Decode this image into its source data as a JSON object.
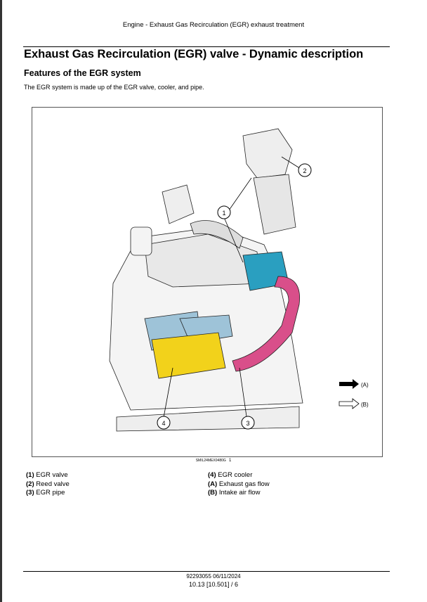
{
  "header": "Engine - Exhaust Gas Recirculation (EGR) exhaust treatment",
  "title": "Exhaust Gas Recirculation (EGR) valve - Dynamic description",
  "subtitle": "Features of the EGR system",
  "paragraph": "The EGR system is made up of the EGR valve, cooler, and pipe.",
  "figure": {
    "code": "SMIL24MEX0480G",
    "number": "1",
    "callouts": [
      "1",
      "2",
      "3",
      "4"
    ],
    "arrow_legend": {
      "a": "(A)",
      "b": "(B)"
    },
    "colors": {
      "egr_valve": "#2a9fc0",
      "egr_pipe": "#d94f8a",
      "egr_cooler": "#f2d21b",
      "intake": "#9ec3d8"
    }
  },
  "legend": [
    {
      "key": "(1)",
      "label": "EGR valve"
    },
    {
      "key": "(2)",
      "label": "Reed valve"
    },
    {
      "key": "(3)",
      "label": "EGR pipe"
    },
    {
      "key": "(4)",
      "label": "EGR cooler"
    },
    {
      "key": "(A)",
      "label": "Exhaust gas flow"
    },
    {
      "key": "(B)",
      "label": "Intake air flow"
    }
  ],
  "footer": {
    "doc": "92293055 06/11/2024",
    "page": "10.13 [10.501] / 6"
  }
}
